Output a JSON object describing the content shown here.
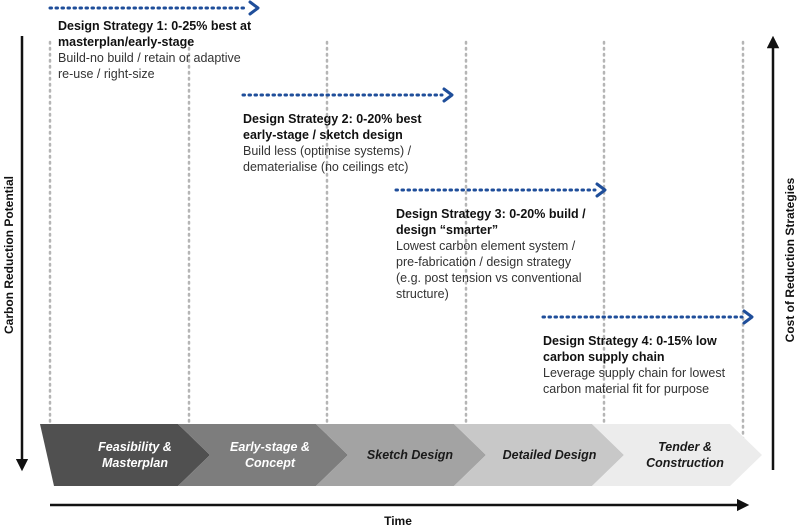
{
  "strategies": [
    {
      "title": "Design Strategy 1: 0-25% best at masterplan/early-stage",
      "desc": "Build-no build / retain or adaptive re-use / right-size"
    },
    {
      "title": "Design Strategy 2: 0-20% best early-stage / sketch design",
      "desc": "Build less (optimise systems) / dematerialise (no ceilings etc)"
    },
    {
      "title": "Design Strategy 3: 0-20% build / design “smarter”",
      "desc": "Lowest carbon element system / pre-fabrication / design strategy (e.g. post tension vs conventional structure)"
    },
    {
      "title": "Design Strategy 4: 0-15% low carbon supply chain",
      "desc": "Leverage supply chain for lowest carbon material fit for purpose"
    }
  ],
  "stages": [
    {
      "line1": "Feasibility &",
      "line2": "Masterplan",
      "fill": "#505050",
      "text_color": "#ffffff"
    },
    {
      "line1": "Early-stage &",
      "line2": "Concept",
      "fill": "#7d7d7d",
      "text_color": "#ffffff"
    },
    {
      "line1": "Sketch Design",
      "line2": "",
      "fill": "#a3a3a3",
      "text_color": "#1a1a1a"
    },
    {
      "line1": "Detailed Design",
      "line2": "",
      "fill": "#c8c8c8",
      "text_color": "#1a1a1a"
    },
    {
      "line1": "Tender &",
      "line2": "Construction",
      "fill": "#ececec",
      "text_color": "#1a1a1a"
    }
  ],
  "axes": {
    "left": "Carbon Reduction Potential",
    "right": "Cost of Reduction Strategies",
    "bottom": "Time"
  },
  "colors": {
    "strategy_arrow": "#1f4e9a",
    "axis": "#111111",
    "gridline": "#b5b5b5"
  }
}
